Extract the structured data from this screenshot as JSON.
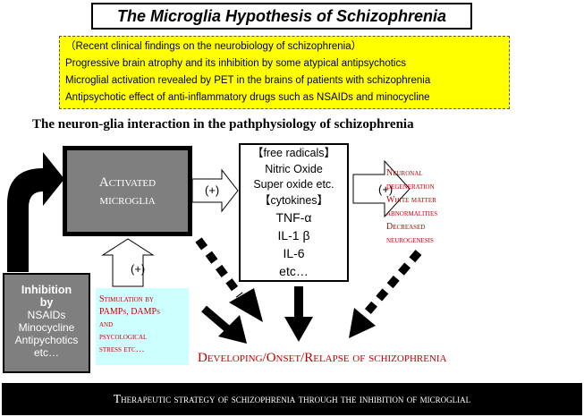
{
  "title": "The Microglia Hypothesis of Schizophrenia",
  "findings": {
    "heading": "（Recent clinical findings on the neurobiology of schizophrenia）",
    "items": [
      "Progressive brain atrophy and its inhibition by some atypical antipsychotics",
      "Microglial activation revealed by PET in the brains of patients with schizophrenia",
      "Antipsychotic effect of anti-inflammatory drugs such as NSAIDs and minocycline"
    ]
  },
  "subtitle": "The neuron-glia interaction in the pathphysiology of schizophrenia",
  "microglia": {
    "line1": "Activated",
    "line2": "microglia"
  },
  "mediators": {
    "free_radicals_header": "【free radicals】",
    "free_radicals": [
      "Nitric Oxide",
      "Super oxide etc."
    ],
    "cytokines_header": "【cytokines】",
    "cytokines": [
      "TNF-α",
      "IL-1 β",
      "IL-6",
      "etc…"
    ]
  },
  "outcome": [
    "Neuronal",
    "degeneration",
    "White matter",
    "abnormalities",
    "Decreased",
    "neurogenesis"
  ],
  "inhibition": {
    "header_line1": "Inhibition",
    "header_line2": "by",
    "items": [
      "NSAIDs",
      "Minocycline",
      "Antipychotics",
      "etc…"
    ]
  },
  "stimulation": [
    "Stimulation by",
    "PAMPs, DAMPs",
    "and",
    "psycological",
    "stress etc…"
  ],
  "labels": {
    "minus": "(−)",
    "plus": "(+)"
  },
  "developing": "Developing/Onset/Relapse of schizophrenia",
  "banner": "Therapeutic strategy of schizophrenia through the inhibition of microglial",
  "colors": {
    "accent_red": "#c00000",
    "highlight_yellow": "#ffff00",
    "highlight_cyan": "#ccffff",
    "box_gray": "#7f7f7f"
  }
}
